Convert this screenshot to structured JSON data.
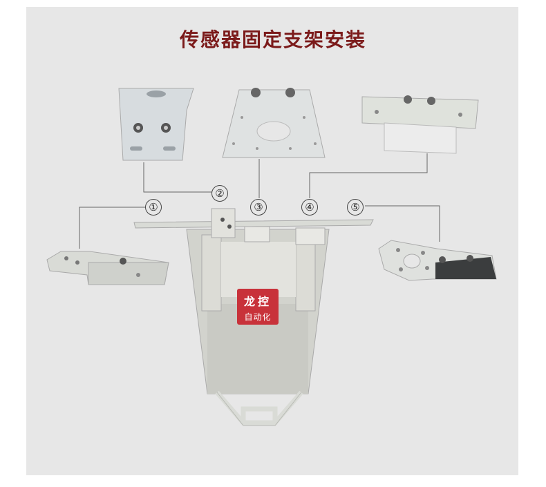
{
  "title": "传感器固定支架安装",
  "callouts": [
    "①",
    "②",
    "③",
    "④",
    "⑤"
  ],
  "logo": {
    "line1": "龙控",
    "line2": "自动化"
  }
}
